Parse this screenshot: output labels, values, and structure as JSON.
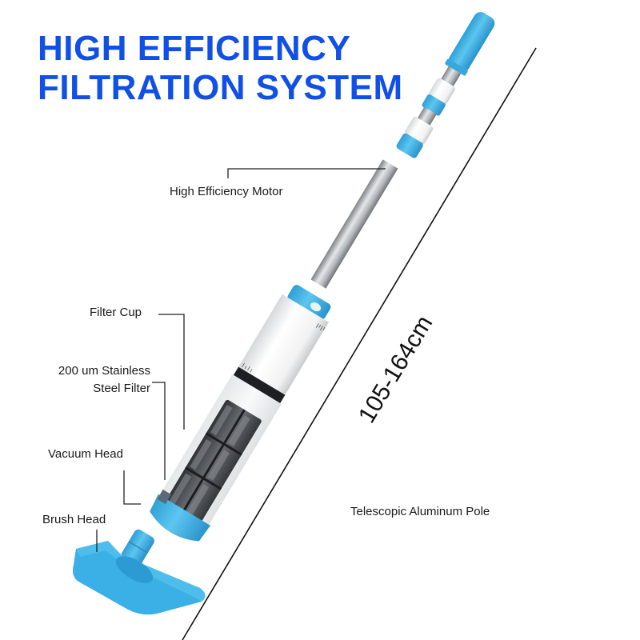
{
  "headline": {
    "line1": "HIGH EFFICIENCY",
    "line2": "FILTRATION SYSTEM",
    "color": "#1150e6"
  },
  "callouts": {
    "motor": "High Efficiency Motor",
    "filter_cup": "Filter Cup",
    "steel_filter_line1": "200 um Stainless",
    "steel_filter_line2": "Steel Filter",
    "vacuum_head": "Vacuum Head",
    "brush_head": "Brush Head",
    "pole": "Telescopic Aluminum Pole"
  },
  "dimension": {
    "label": "105-164cm"
  },
  "product": {
    "name": "cordless-pool-vacuum",
    "accent_color": "#45b6e6",
    "body_color": "#f4f4f4",
    "pole_color": "#b9bcc0",
    "filter_color": "#4a4d52"
  }
}
